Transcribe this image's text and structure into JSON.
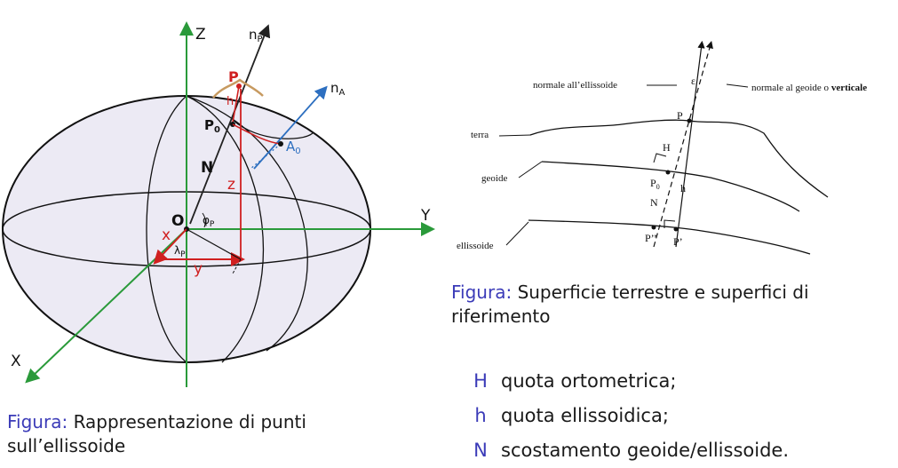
{
  "left_figure": {
    "axis_labels": {
      "z": "Z",
      "y": "Y",
      "x": "X"
    },
    "point_labels": {
      "origin": "O",
      "p": "P",
      "p0": "P",
      "p0_sub": "0",
      "a0": "A",
      "a0_sub": "0",
      "np": "n",
      "np_sub": "P",
      "na": "n",
      "na_sub": "A",
      "n": "N",
      "z": "z",
      "x": "x",
      "y": "y",
      "phi": "φ",
      "phi_sub": "P",
      "lambda": "λ",
      "lambda_sub": "P",
      "h": "h"
    },
    "caption": {
      "label": "Figura:",
      "text": "Rappresentazione di punti sull’ellissoide"
    }
  },
  "right_figure": {
    "labels": {
      "normal_ellipsoid": "normale all’ellissoide",
      "normal_geoid": "normale al geoide o",
      "normal_geoid_bold": "verticale",
      "terra": "terra",
      "geoide": "geoide",
      "ellissoide": "ellissoide",
      "epsilon": "ε",
      "p": "P",
      "H": "H",
      "p0": "P",
      "p0_sub": "0",
      "h": "h",
      "N": "N",
      "p2": "P’’",
      "p1": "P’"
    },
    "caption": {
      "label": "Figura:",
      "text": "Superficie terrestre e superfici di riferimento"
    }
  },
  "legend": [
    {
      "symbol": "H",
      "text": "quota ortometrica;"
    },
    {
      "symbol": "h",
      "text": "quota ellissoidica;"
    },
    {
      "symbol": "N",
      "text": "scostamento geoide/ellissoide."
    }
  ]
}
